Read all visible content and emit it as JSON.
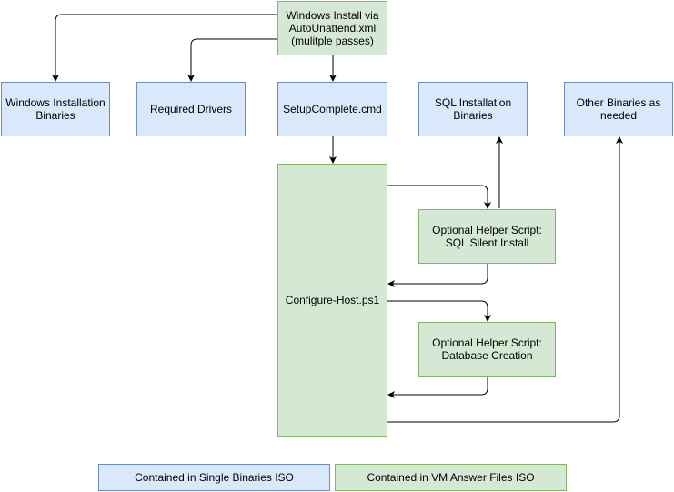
{
  "colors": {
    "blue_fill": "#dae8fc",
    "blue_stroke": "#6c8ebf",
    "green_fill": "#d5e8d4",
    "green_stroke": "#82b366",
    "edge": "#000000"
  },
  "nodes": {
    "windows_install": "Windows Install via\nAutoUnattend.xml\n(mulitple passes)",
    "windows_binaries": "Windows Installation\nBinaries",
    "required_drivers": "Required Drivers",
    "setup_complete": "SetupComplete.cmd",
    "sql_binaries": "SQL Installation\nBinaries",
    "other_binaries": "Other Binaries as\nneeded",
    "configure_host": "Configure-Host.ps1",
    "sql_silent_install": "Optional Helper Script:\nSQL Silent Install",
    "database_creation": "Optional Helper Script:\nDatabase Creation"
  },
  "legend": {
    "binaries_iso": "Contained in Single Binaries ISO",
    "answer_files_iso": "Contained in VM Answer Files ISO"
  },
  "edges": [
    {
      "from": "windows_install",
      "to": "windows_binaries"
    },
    {
      "from": "windows_install",
      "to": "required_drivers"
    },
    {
      "from": "windows_install",
      "to": "setup_complete"
    },
    {
      "from": "setup_complete",
      "to": "configure_host"
    },
    {
      "from": "configure_host",
      "to": "sql_silent_install"
    },
    {
      "from": "sql_silent_install",
      "to": "sql_binaries"
    },
    {
      "from": "sql_silent_install",
      "to": "configure_host"
    },
    {
      "from": "configure_host",
      "to": "database_creation"
    },
    {
      "from": "database_creation",
      "to": "configure_host"
    },
    {
      "from": "configure_host",
      "to": "other_binaries"
    }
  ]
}
